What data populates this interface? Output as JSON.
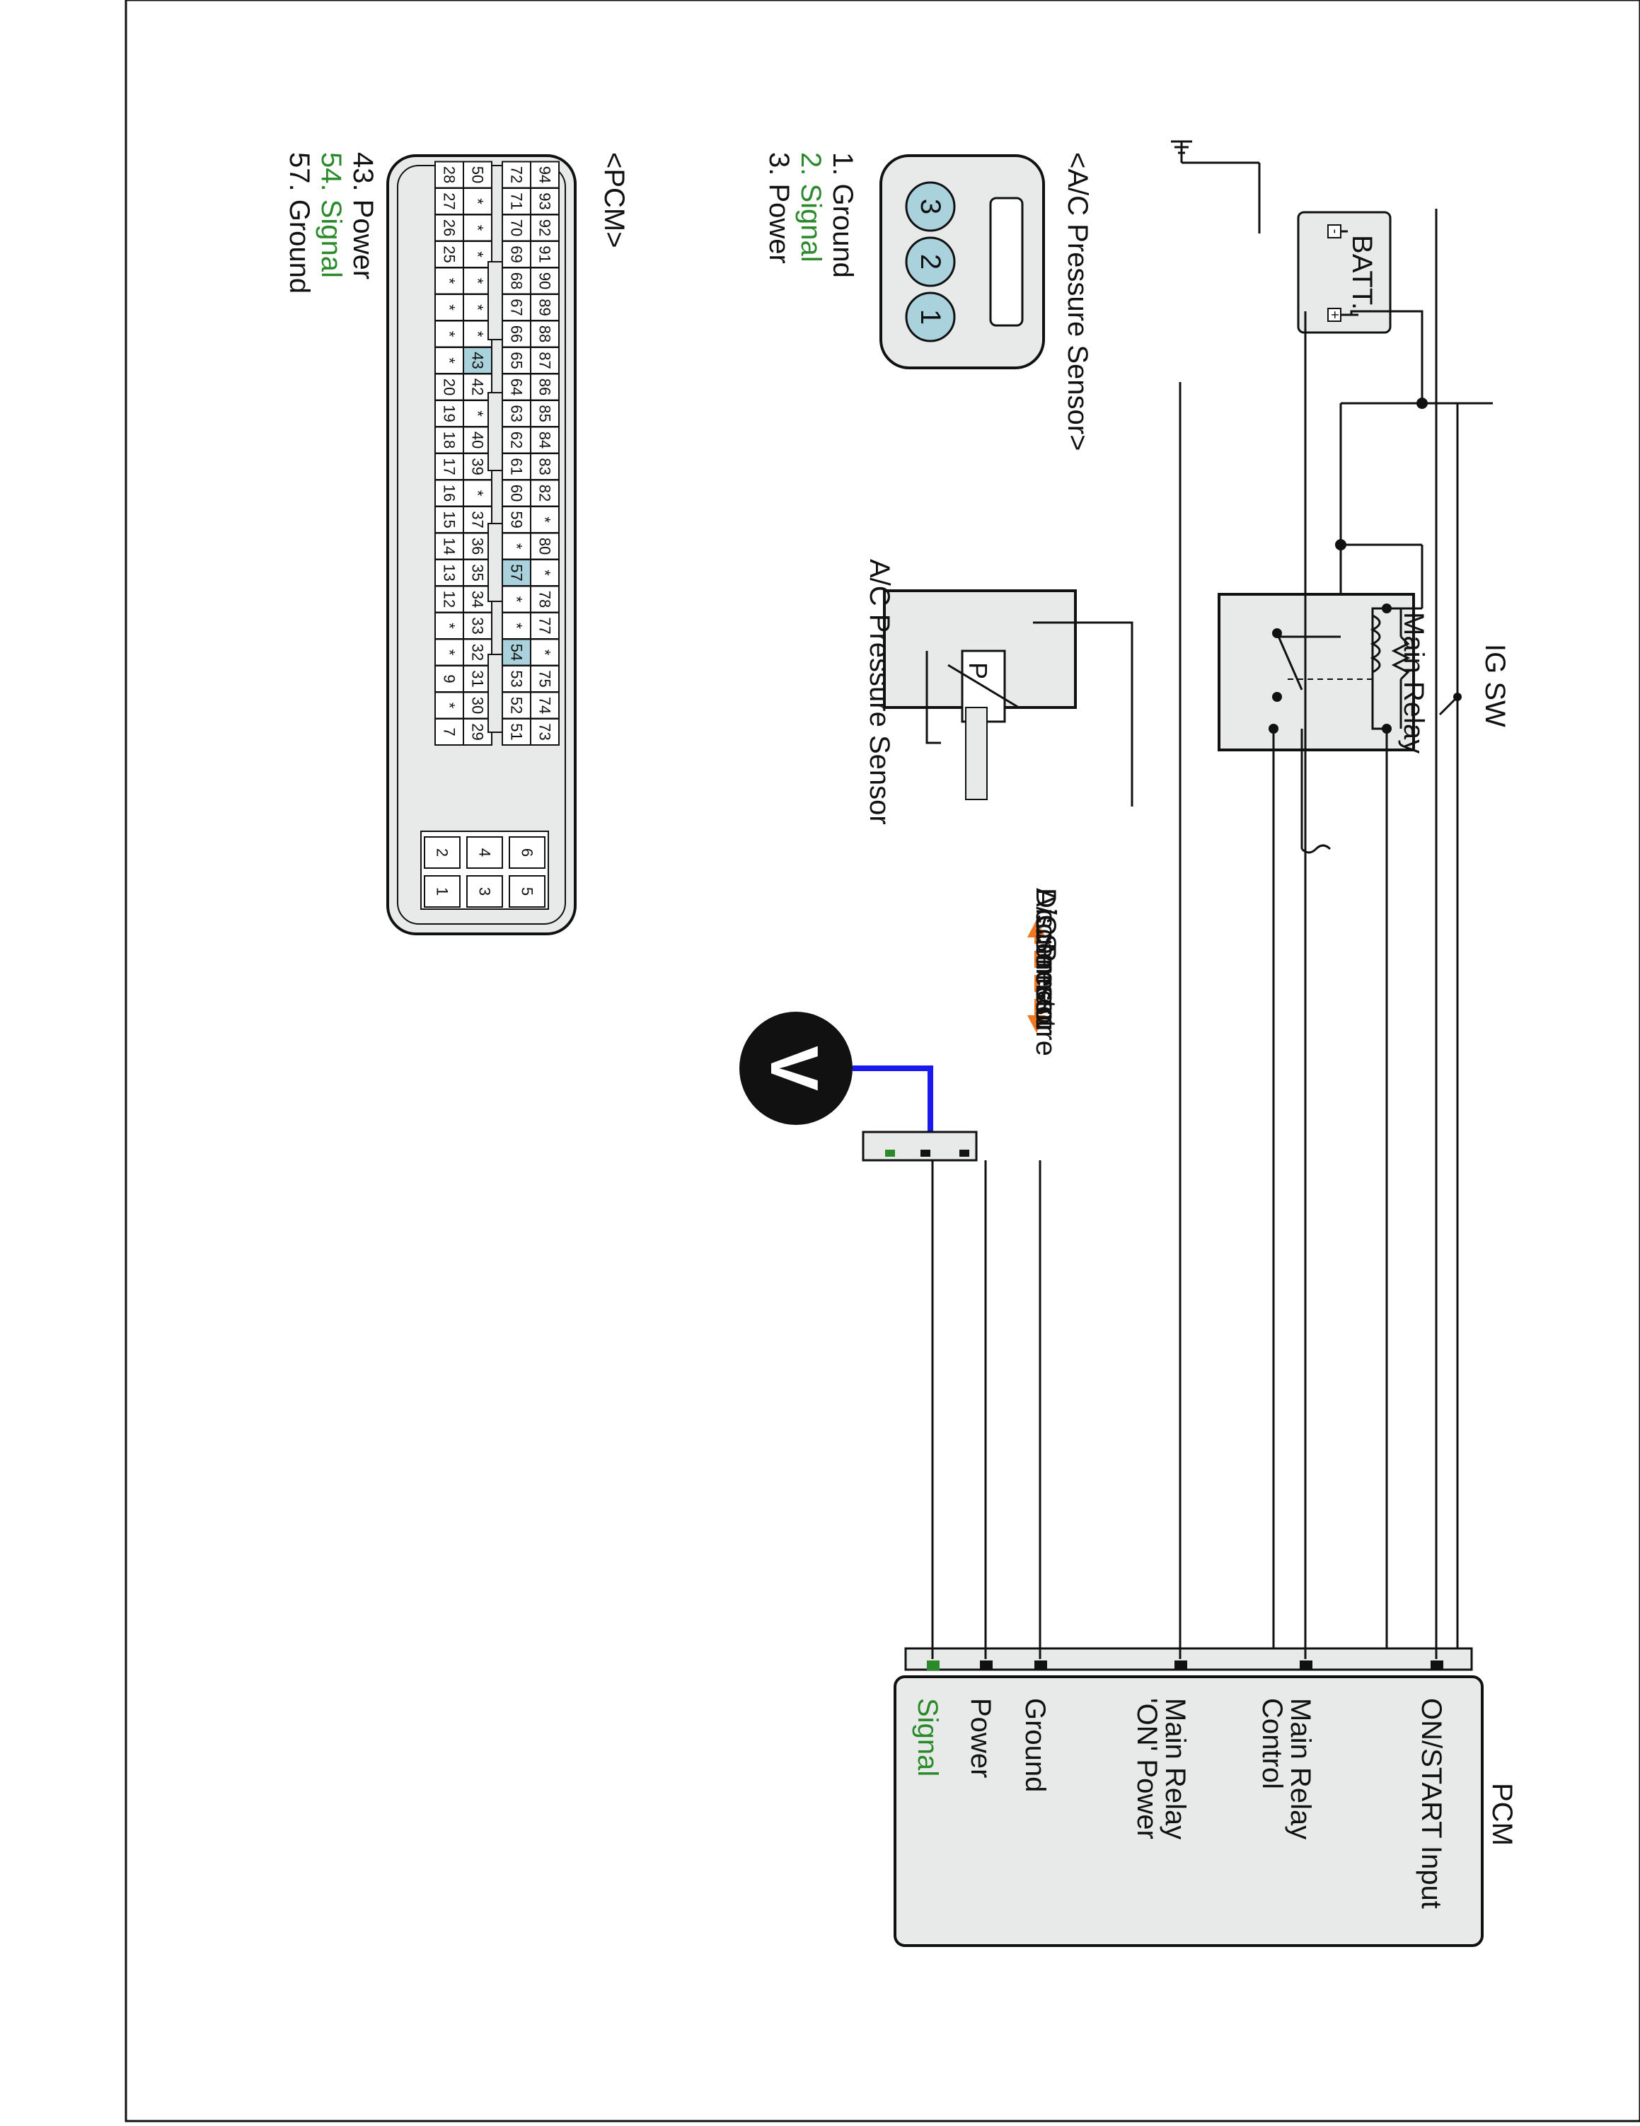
{
  "diagram": {
    "components": {
      "battery": {
        "label": "BATT.",
        "neg": "-",
        "pos": "+"
      },
      "ig_switch": {
        "label": "IG SW"
      },
      "main_relay": {
        "label": "Main Relay"
      },
      "sensor": {
        "label": "A/C Pressure Sensor",
        "symbol": "P"
      },
      "pcm": {
        "title": "PCM",
        "pins": [
          "ON/START  Input",
          "Main Relay",
          "Control",
          "Main Relay",
          "'ON' Power",
          "Ground",
          "Power",
          "Signal"
        ]
      },
      "voltmeter": {
        "symbol": "V"
      }
    },
    "note": {
      "line1": "Disconnect",
      "line2": "A/C Pressure",
      "line3": "Sensor",
      "line4": "connector"
    },
    "sensor_connector": {
      "title": "<A/C Pressure Sensor>",
      "pin_numbers": [
        "3",
        "2",
        "1"
      ],
      "legend": [
        "1. Ground",
        "2. Signal",
        "3. Power"
      ]
    },
    "pcm_connector": {
      "title": "<PCM>",
      "legend": [
        "43. Power",
        "54. Signal",
        "57. Ground"
      ],
      "rows": [
        [
          "94",
          "93",
          "92",
          "91",
          "90",
          "89",
          "88",
          "87",
          "86",
          "85",
          "84",
          "83",
          "82",
          "*",
          "80",
          "*",
          "78",
          "77",
          "*",
          "75",
          "74",
          "73"
        ],
        [
          "72",
          "71",
          "70",
          "69",
          "68",
          "67",
          "66",
          "65",
          "64",
          "63",
          "62",
          "61",
          "60",
          "59",
          "*",
          "57",
          "*",
          "*",
          "54",
          "53",
          "52",
          "51"
        ],
        [
          "50",
          "*",
          "*",
          "*",
          "*",
          "*",
          "*",
          "43",
          "42",
          "*",
          "40",
          "39",
          "*",
          "37",
          "36",
          "35",
          "34",
          "33",
          "32",
          "31",
          "30",
          "29"
        ],
        [
          "28",
          "27",
          "26",
          "25",
          "*",
          "*",
          "*",
          "*",
          "20",
          "19",
          "18",
          "17",
          "16",
          "15",
          "14",
          "13",
          "12",
          "*",
          "*",
          "9",
          "*",
          "7"
        ]
      ],
      "small_block": [
        [
          "6",
          "5"
        ],
        [
          "4",
          "3"
        ],
        [
          "2",
          "1"
        ]
      ]
    },
    "colors": {
      "signal": "#2a8a2a",
      "meter_wire": "#1a1aee",
      "arrow": "#f07820",
      "fill": "#e8eaea",
      "pin_highlight": "#a9d2dc"
    }
  }
}
